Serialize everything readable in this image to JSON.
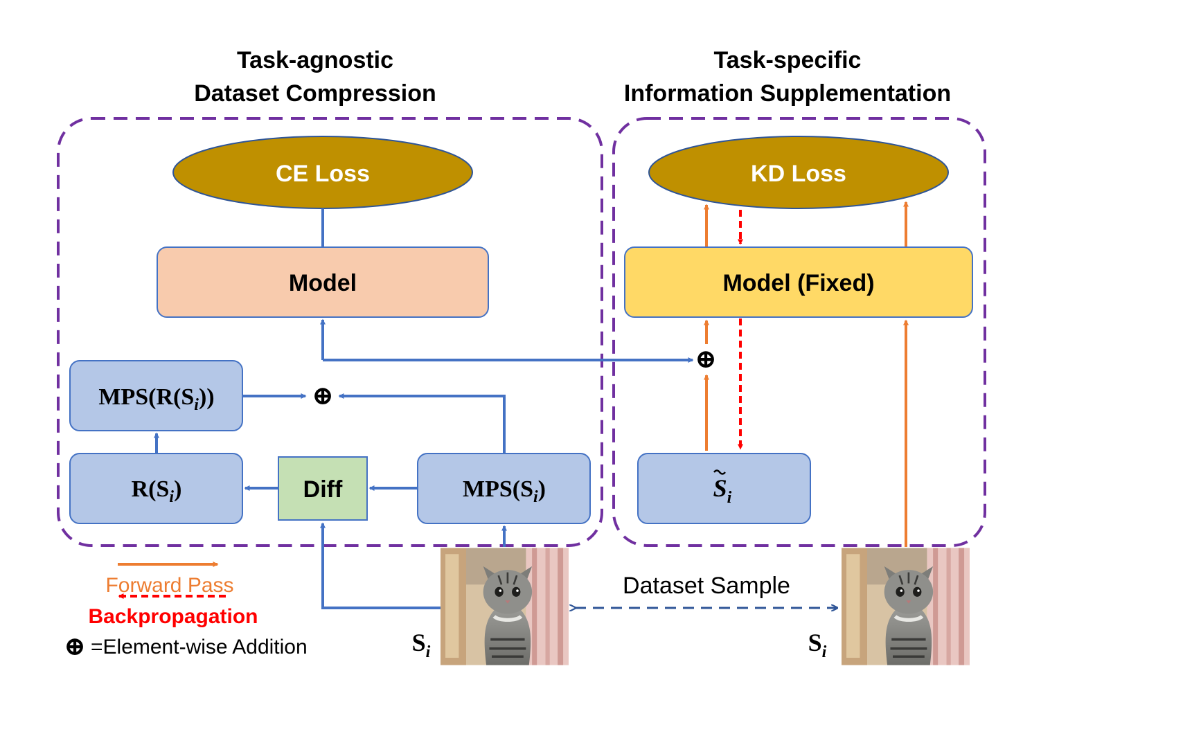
{
  "titles": {
    "left_line1": "Task-agnostic",
    "left_line2": "Dataset Compression",
    "right_line1": "Task-specific",
    "right_line2": "Information Supplementation"
  },
  "nodes": {
    "ce_loss": "CE Loss",
    "kd_loss": "KD Loss",
    "model": "Model",
    "model_fixed": "Model (Fixed)",
    "mps_r_s": "MPS(R(S",
    "mps_r_s_sub": "i",
    "mps_r_s_close": "))",
    "r_s": "R(S",
    "r_s_sub": "i",
    "r_s_close": ")",
    "diff": "Diff",
    "mps_s": "MPS(S",
    "mps_s_sub": "i",
    "mps_s_close": ")",
    "s_tilde": "S",
    "s_tilde_sub": "i",
    "plus_symbol": "⊕"
  },
  "labels": {
    "dataset_sample": "Dataset Sample",
    "s_left": "S",
    "s_left_sub": "i",
    "s_right": "S",
    "s_right_sub": "i"
  },
  "legend": {
    "forward": "Forward Pass",
    "backprop": "Backpropagation",
    "addition": "=Element-wise Addition"
  },
  "colors": {
    "forward": "#ED7D31",
    "backprop": "#FF0000",
    "flow": "#4472C4",
    "dataset_link": "#2F5597",
    "frame": "#7030A0",
    "loss_fill": "#BF9000",
    "model_fill": "#F8CBAD",
    "model_fixed_fill": "#FFD966",
    "block_fill": "#B4C7E7",
    "diff_fill": "#C5E0B4"
  },
  "images": [
    "cat-photo",
    "cat-photo"
  ]
}
